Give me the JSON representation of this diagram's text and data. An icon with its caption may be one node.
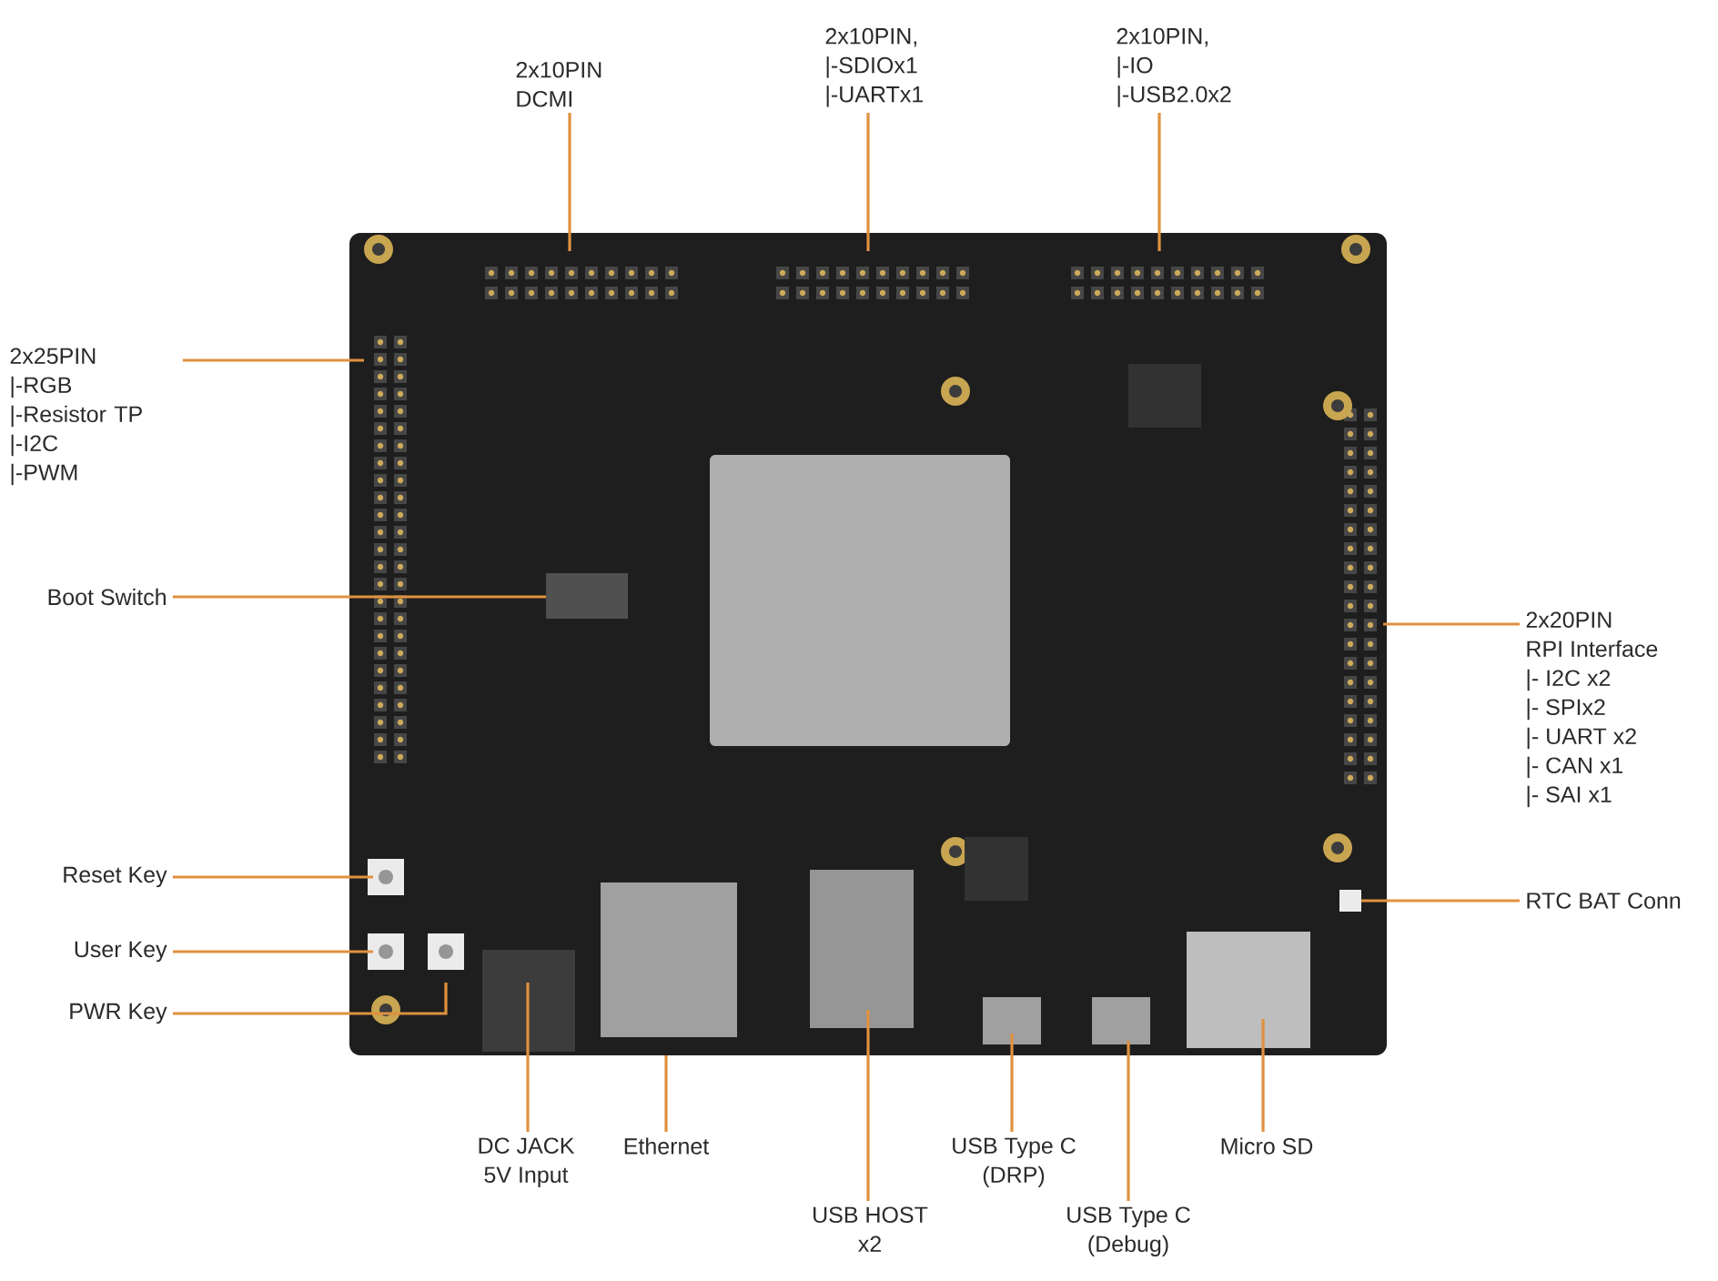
{
  "diagram": {
    "nodes": [
      {
        "text": [
          "2x10PIN",
          "DCMI"
        ]
      },
      {
        "text": [
          "2x10PIN,",
          "|-SDIOx1",
          "|-UARTx1"
        ]
      },
      {
        "text": [
          "2x10PIN,",
          "|-IO",
          "|-USB2.0x2"
        ]
      },
      {
        "text": [
          "2x25PIN",
          "|-RGB",
          "|-Resistor TP",
          "|-I2C",
          "|-PWM"
        ]
      },
      {
        "text": [
          "Boot Switch"
        ]
      },
      {
        "text": [
          "Reset Key"
        ]
      },
      {
        "text": [
          "User Key"
        ]
      },
      {
        "text": [
          "PWR Key"
        ]
      },
      {
        "text": [
          "2x20PIN",
          "RPI Interface",
          "|- I2C x2",
          "|- SPIx2",
          "|- UART x2",
          "|- CAN x1",
          "|- SAI x1"
        ]
      },
      {
        "text": [
          "RTC BAT Conn"
        ]
      },
      {
        "text": [
          "DC JACK",
          "5V Input"
        ]
      },
      {
        "text": [
          "Ethernet"
        ]
      },
      {
        "text": [
          "USB HOST",
          "x2"
        ]
      },
      {
        "text": [
          "USB Type C",
          "(DRP)"
        ]
      },
      {
        "text": [
          "USB Type C",
          "(Debug)"
        ]
      },
      {
        "text": [
          "Micro SD"
        ]
      }
    ],
    "edges": [
      {
        "from": 0,
        "to": null,
        "arrow": "none"
      },
      {
        "from": 1,
        "to": null,
        "arrow": "none"
      },
      {
        "from": 2,
        "to": null,
        "arrow": "none"
      },
      {
        "from": 3,
        "to": null,
        "arrow": "none"
      },
      {
        "from": 4,
        "to": null,
        "arrow": "none"
      },
      {
        "from": 5,
        "to": null,
        "arrow": "none"
      },
      {
        "from": 6,
        "to": null,
        "arrow": "none"
      },
      {
        "from": 7,
        "to": null,
        "arrow": "none"
      },
      {
        "from": 8,
        "to": null,
        "arrow": "none"
      },
      {
        "from": 9,
        "to": null,
        "arrow": "none"
      },
      {
        "from": 10,
        "to": null,
        "arrow": "none"
      },
      {
        "from": 11,
        "to": null,
        "arrow": "none"
      },
      {
        "from": 12,
        "to": null,
        "arrow": "none"
      },
      {
        "from": 13,
        "to": null,
        "arrow": "none"
      },
      {
        "from": 14,
        "to": null,
        "arrow": "none"
      },
      {
        "from": 15,
        "to": null,
        "arrow": "none"
      }
    ]
  }
}
